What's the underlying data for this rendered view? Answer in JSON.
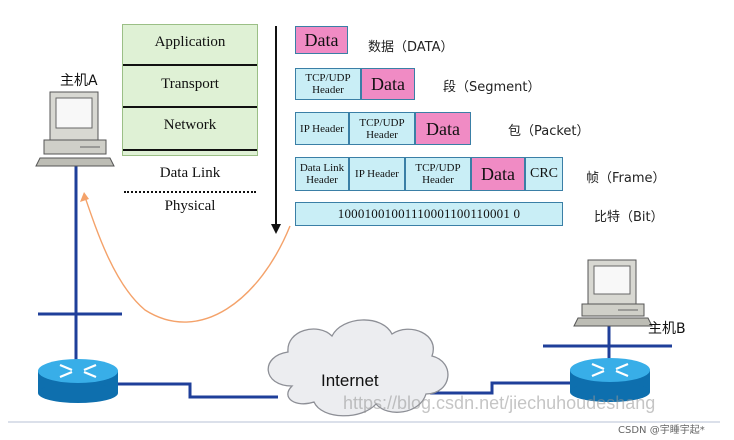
{
  "stack": {
    "application": "Application",
    "transport": "Transport",
    "network": "Network",
    "data_link": "Data Link",
    "physical": "Physical"
  },
  "rows": {
    "data": {
      "data": "Data",
      "label": "数据（DATA）"
    },
    "segment": {
      "tcp_udp_header": "TCP/UDP Header",
      "data": "Data",
      "label": "段（Segment）"
    },
    "packet": {
      "ip_header": "IP Header",
      "tcp_udp_header": "TCP/UDP Header",
      "data": "Data",
      "label": "包（Packet）"
    },
    "frame": {
      "data_link_header": "Data Link Header",
      "ip_header": "IP Header",
      "tcp_udp_header": "TCP/UDP Header",
      "data": "Data",
      "crc": "CRC",
      "label": "帧（Frame）"
    },
    "bit": {
      "bits": "10001001001110001100110001 0",
      "label": "比特（Bit）"
    }
  },
  "hosts": {
    "host_a": "主机A",
    "host_b": "主机B"
  },
  "network": {
    "internet": "Internet"
  },
  "watermark": "https://blog.csdn.net/jiechuhoudeshang",
  "credit": "CSDN @宇睡宇起*",
  "colors": {
    "data_fill": "#f08bc4",
    "header_fill": "#c9eef6",
    "stack_fill": "#dff1d5",
    "router_blue": "#1a8fd0",
    "cable_blue": "#1f3f9a",
    "path_orange": "#f4a26a"
  }
}
